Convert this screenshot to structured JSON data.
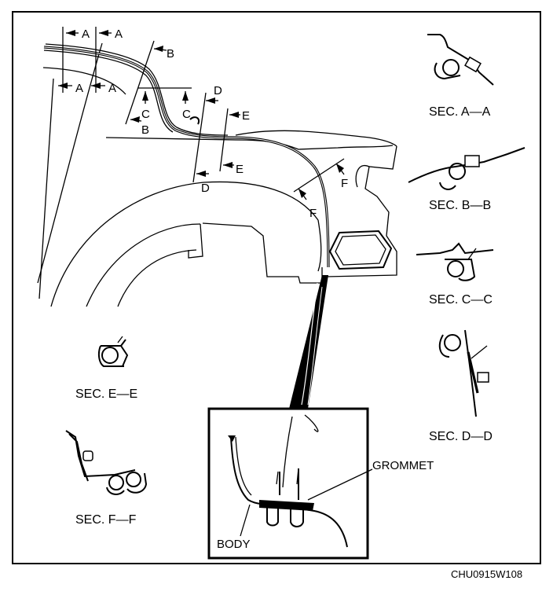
{
  "diagram": {
    "cut_marks": {
      "a": "A",
      "b": "B",
      "c": "C",
      "d": "D",
      "e": "E",
      "f": "F"
    },
    "sections": {
      "aa": "SEC. A—A",
      "bb": "SEC. B—B",
      "cc": "SEC. C—C",
      "dd": "SEC. D—D",
      "ee": "SEC. E—E",
      "ff": "SEC. F—F"
    },
    "detail": {
      "grommet_label": "GROMMET",
      "body_label": "BODY"
    },
    "figure_code": "CHU0915W108"
  }
}
